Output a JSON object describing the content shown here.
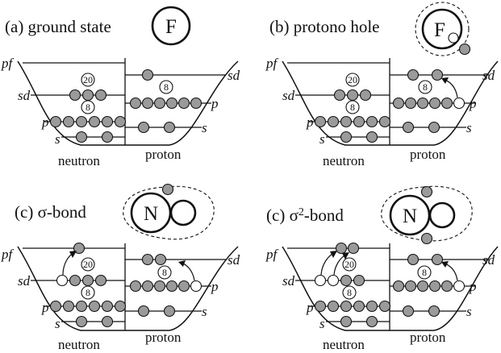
{
  "panels": [
    {
      "title": "(a) ground state",
      "core_label": "F",
      "neutron_label": "neutron",
      "proton_label": "proton",
      "levels": {
        "pf": "pf",
        "sd_left": "sd",
        "p_left": "p",
        "s_left": "s",
        "sd_right": "sd",
        "p_right": "p",
        "s_right": "s"
      },
      "magic": [
        "20",
        "8",
        "8"
      ]
    },
    {
      "title": "(b) protono hole",
      "core_label": "F",
      "neutron_label": "neutron",
      "proton_label": "proton",
      "levels": {
        "pf": "pf",
        "sd_left": "sd",
        "p_left": "p",
        "s_left": "s",
        "sd_right": "sd",
        "p_right": "p",
        "s_right": "s"
      },
      "magic": [
        "20",
        "8",
        "8"
      ]
    },
    {
      "title_prefix": "(c) ",
      "title_greek": "σ",
      "title_sup": "",
      "title_suffix": "-bond",
      "core_label": "N",
      "neutron_label": "neutron",
      "proton_label": "proton",
      "levels": {
        "pf": "pf",
        "sd_left": "sd",
        "p_left": "p",
        "s_left": "s",
        "sd_right": "sd",
        "p_right": "p",
        "s_right": "s"
      },
      "magic": [
        "20",
        "8",
        "8"
      ]
    },
    {
      "title_prefix": "(c) ",
      "title_greek": "σ",
      "title_sup": "2",
      "title_suffix": "-bond",
      "core_label": "N",
      "neutron_label": "neutron",
      "proton_label": "proton",
      "levels": {
        "pf": "pf",
        "sd_left": "sd",
        "p_left": "p",
        "s_left": "s",
        "sd_right": "sd",
        "p_right": "p",
        "s_right": "s"
      },
      "magic": [
        "20",
        "8",
        "8"
      ]
    }
  ],
  "colors": {
    "occupied": "#9a9a9a",
    "hole": "#ffffff",
    "ink": "#111111"
  }
}
